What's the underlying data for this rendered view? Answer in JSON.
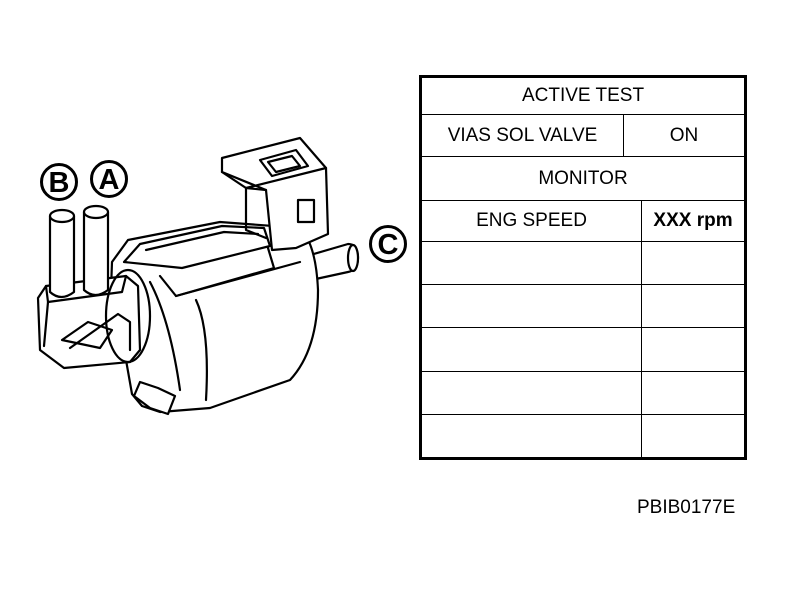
{
  "callouts": {
    "a": "A",
    "b": "B",
    "c": "C"
  },
  "table": {
    "header": "ACTIVE TEST",
    "test_item": "VIAS SOL VALVE",
    "test_value": "ON",
    "monitor_header": "MONITOR",
    "monitor_item": "ENG SPEED",
    "monitor_value": "XXX rpm"
  },
  "figure_ref": "PBIB0177E"
}
